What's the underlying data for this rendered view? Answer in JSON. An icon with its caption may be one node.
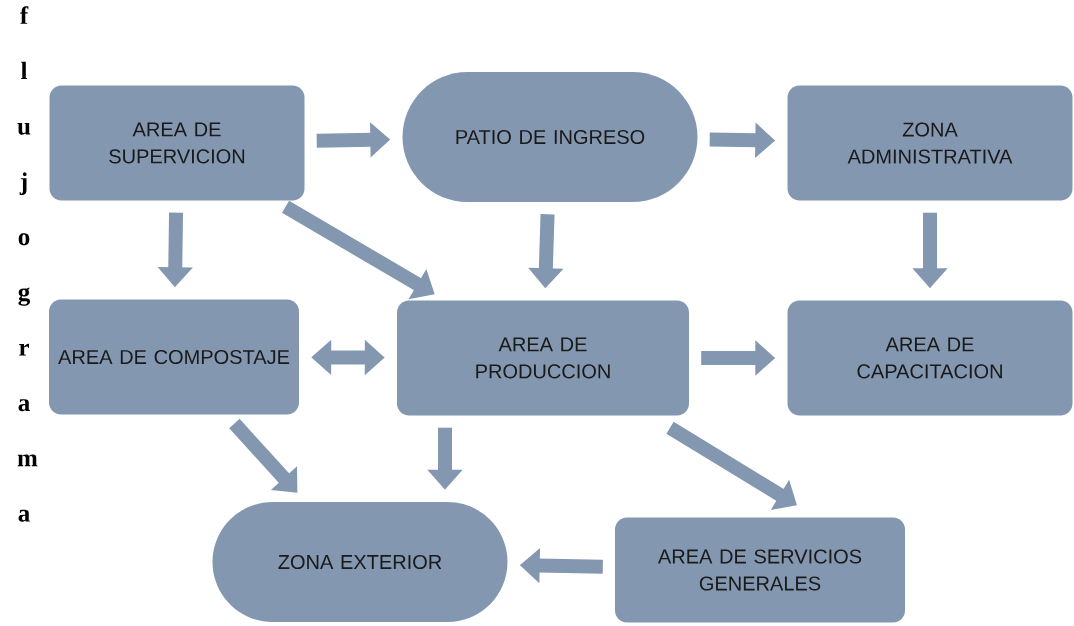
{
  "diagram": {
    "nodes": [
      {
        "text": [
          "AREA DE SUPERVICION"
        ]
      },
      {
        "text": [
          "PATIO DE INGRESO"
        ]
      },
      {
        "text": [
          "ZONA ADMINISTRATIVA"
        ]
      },
      {
        "text": [
          "AREA DE COMPOSTAJE"
        ]
      },
      {
        "text": [
          "AREA DE PRODUCCION"
        ]
      },
      {
        "text": [
          "AREA DE CAPACITACION"
        ]
      },
      {
        "text": [
          "ZONA EXTERIOR"
        ]
      },
      {
        "text": [
          "AREA DE SERVICIOS GENERALES"
        ]
      }
    ],
    "edges": [
      {
        "from": 0,
        "to": 1,
        "arrow": "to"
      },
      {
        "from": 1,
        "to": 2,
        "arrow": "to"
      },
      {
        "from": 0,
        "to": 3,
        "arrow": "to"
      },
      {
        "from": 0,
        "to": 4,
        "arrow": "to"
      },
      {
        "from": 1,
        "to": 4,
        "arrow": "to"
      },
      {
        "from": 2,
        "to": 5,
        "arrow": "to"
      },
      {
        "from": 3,
        "to": 4,
        "arrow": "both"
      },
      {
        "from": 4,
        "to": 5,
        "arrow": "to"
      },
      {
        "from": 3,
        "to": 6,
        "arrow": "to"
      },
      {
        "from": 4,
        "to": 6,
        "arrow": "to"
      },
      {
        "from": 4,
        "to": 7,
        "arrow": "to"
      },
      {
        "from": 7,
        "to": 6,
        "arrow": "to"
      }
    ],
    "labels": [
      "flujograma"
    ]
  }
}
